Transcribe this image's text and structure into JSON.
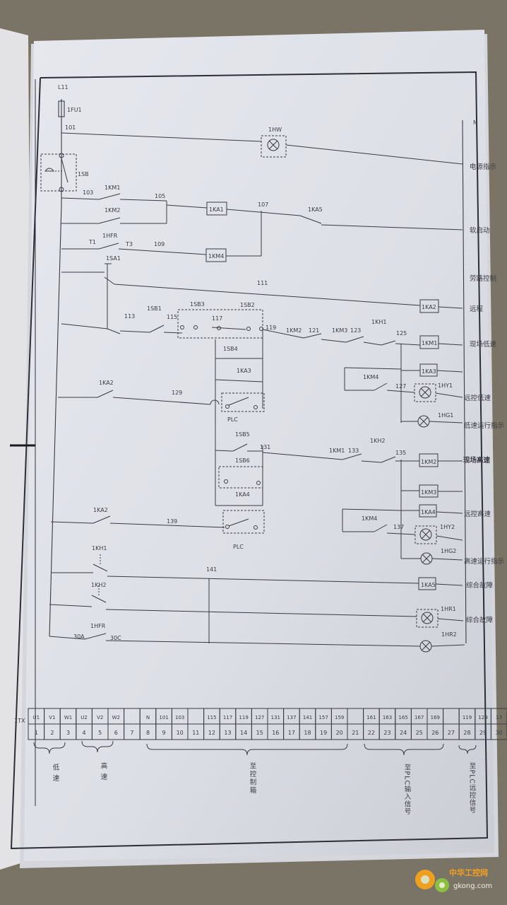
{
  "supply": {
    "line_label": "L11",
    "fuse_label": "1FU1",
    "neutral_label": "N",
    "first_wire": "101"
  },
  "components": {
    "power_lamp": "1HW",
    "emergency_stop": "1SB",
    "km1_a": "1KM1",
    "km2_a": "1KM2",
    "w103": "103",
    "w105": "105",
    "w107": "107",
    "ka1": "1KA1",
    "ka5_a": "1KA5",
    "t1": "T1",
    "t3": "T3",
    "hfr_a": "1HFR",
    "w109": "109",
    "km4_coil": "1KM4",
    "sa1": "1SA1",
    "w111": "111",
    "ka2_coil": "1KA2",
    "w113": "113",
    "sb1": "1SB1",
    "w115": "115",
    "sb3": "1SB3",
    "w117": "117",
    "sb2": "1SB2",
    "w119": "119",
    "km2_b": "1KM2",
    "w121": "121",
    "km3_a": "1KM3",
    "w123": "123",
    "kh1_a": "1KH1",
    "w125": "125",
    "km1_coil": "1KM1",
    "sb4": "1SB4",
    "ka3_a": "1KA3",
    "km4_a": "1KM4",
    "ka3_coil": "1KA3",
    "w127": "127",
    "hy1": "1HY1",
    "ka2_a": "1KA2",
    "w129": "129",
    "plc_a": "PLC",
    "hg1": "1HG1",
    "sb5": "1SB5",
    "w131": "131",
    "km1_b": "1KM1",
    "w133": "133",
    "kh2_a": "1KH2",
    "w135": "135",
    "km2_coil": "1KM2",
    "sb6": "1SB6",
    "ka4_a": "1KA4",
    "km3_coil": "1KM3",
    "ka2_b": "1KA2",
    "ka4_coil": "1KA4",
    "km4_b": "1KM4",
    "w137": "137",
    "hy2": "1HY2",
    "w139": "139",
    "plc_b": "PLC",
    "hg2": "1HG2",
    "kh1_b": "1KH1",
    "w141": "141",
    "kh2_b": "1KH2",
    "ka5_coil": "1KA5",
    "hr1": "1HR1",
    "hfr_b": "1HFR",
    "w30a": "30A",
    "w30c": "30C",
    "hr2": "1HR2"
  },
  "right_labels": {
    "power_indicator": "电源指示",
    "soft_start": "软启动",
    "fire_control": "劳路控制",
    "remote": "远程",
    "local_low_speed": "现场低速",
    "remote_low_speed": "远控低速",
    "low_speed_running": "低速运行指示",
    "local_high_speed": "现场高速",
    "remote_high_speed": "远控高速",
    "high_speed_running": "高速运行指示",
    "general_fault_1": "综合故障",
    "general_fault_2": "综合故障"
  },
  "terminal": {
    "strip_label": "1TX",
    "top": [
      "U1",
      "V1",
      "W1",
      "U2",
      "V2",
      "W2",
      "",
      "N",
      "101",
      "103",
      "",
      "115",
      "117",
      "119",
      "127",
      "131",
      "137",
      "141",
      "157",
      "159",
      "",
      "161",
      "163",
      "165",
      "167",
      "169",
      "",
      "119",
      "129",
      "13"
    ],
    "bottom": [
      "1",
      "2",
      "3",
      "4",
      "5",
      "6",
      "7",
      "8",
      "9",
      "10",
      "11",
      "12",
      "13",
      "14",
      "15",
      "16",
      "17",
      "18",
      "19",
      "20",
      "21",
      "22",
      "23",
      "24",
      "25",
      "26",
      "27",
      "28",
      "29",
      "30"
    ],
    "groups": {
      "low_speed": "低速",
      "high_speed": "高速",
      "to_control_box": "至控制箱",
      "to_plc_input": "至PLC输入信号",
      "to_plc_remote": "至PLC远控信号"
    }
  },
  "watermark": {
    "brand": "中华工控网",
    "url": "gkong.com"
  }
}
